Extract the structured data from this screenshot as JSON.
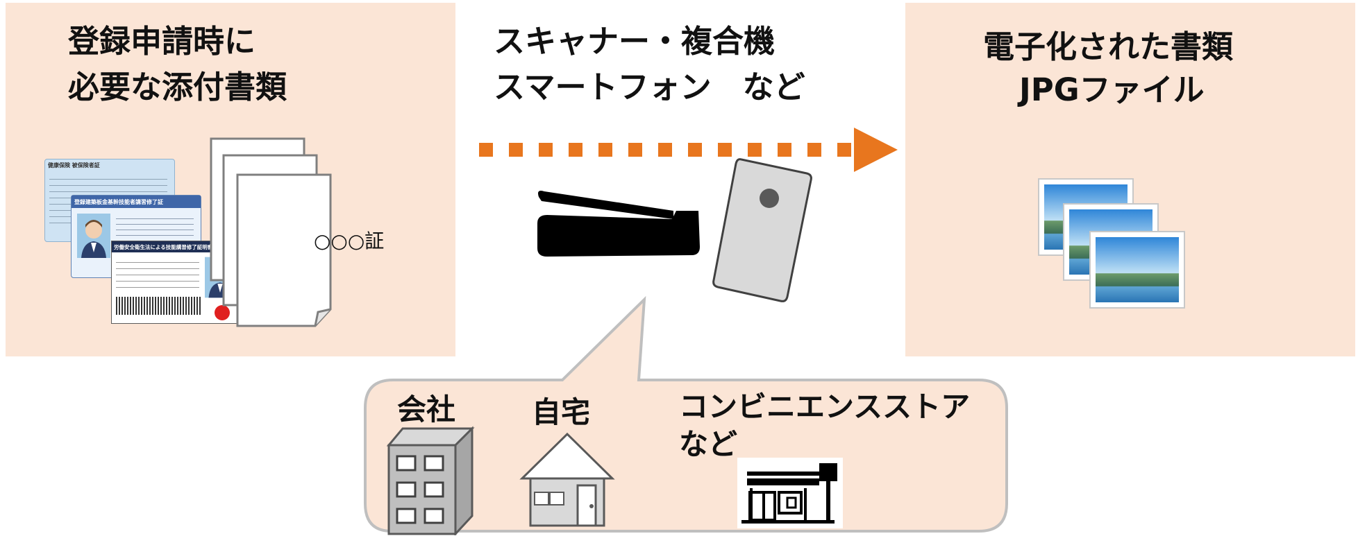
{
  "colors": {
    "panel_fill": "#fbe5d6",
    "arrow": "#e8761e",
    "outline": "#7f7f7f",
    "dark": "#000000"
  },
  "left_panel": {
    "title_line1": "登録申請時に",
    "title_line2": "必要な添付書類",
    "document_stamp": "○○○証",
    "card1": {
      "heading": "健康保険 被保険者証"
    },
    "card2": {
      "heading": "登録建築板金基幹技能者講習修了証"
    },
    "card3": {
      "heading": "労働安全衛生法による技能講習修了証明書"
    }
  },
  "middle": {
    "title_line1": "スキャナー・複合機",
    "title_line2": "スマートフォン　など",
    "icons": [
      "scanner-icon",
      "smartphone-icon"
    ]
  },
  "right_panel": {
    "title_line1": "電子化された書類",
    "title_line2": "JPGファイル",
    "icons": [
      "photo-file-icon",
      "photo-file-icon",
      "photo-file-icon"
    ]
  },
  "callout": {
    "place1": "会社",
    "place2": "自宅",
    "place3_line1": "コンビニエンスストア",
    "place3_line2": "など",
    "icons": [
      "office-building-icon",
      "house-icon",
      "convenience-store-icon"
    ]
  }
}
